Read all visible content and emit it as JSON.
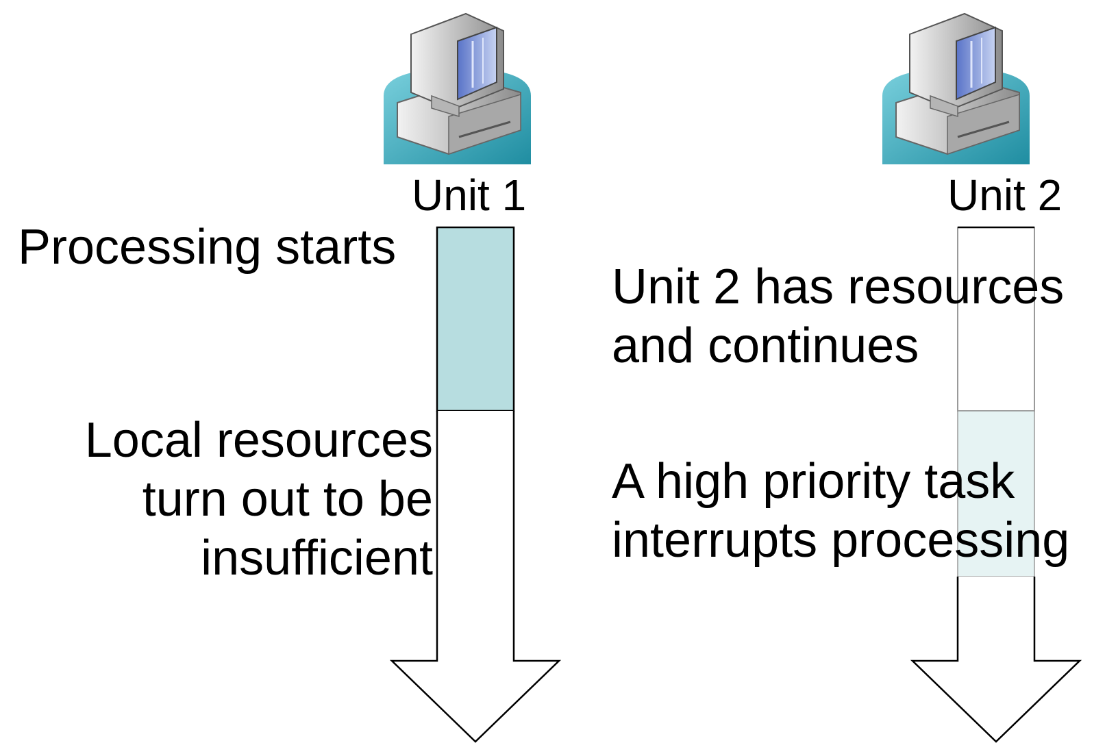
{
  "unit1": {
    "label": "Unit 1",
    "icon": "desktop-computer-icon",
    "note_start": "Processing starts",
    "note_insufficient_lines": [
      "Local resources",
      "turn out to be",
      "insufficient"
    ]
  },
  "unit2": {
    "label": "Unit 2",
    "icon": "desktop-computer-icon",
    "note_continues_lines": [
      "Unit 2 has resources",
      "and continues"
    ],
    "note_interrupt_lines": [
      "A high priority task",
      "interrupts processing"
    ]
  },
  "colors": {
    "processing_fill": "#b7dde0",
    "interrupt_fill": "#e6f3f3",
    "outline": "#000000",
    "unit2_outline": "#9a9a9a",
    "icon_base": "#3fb0c4"
  }
}
